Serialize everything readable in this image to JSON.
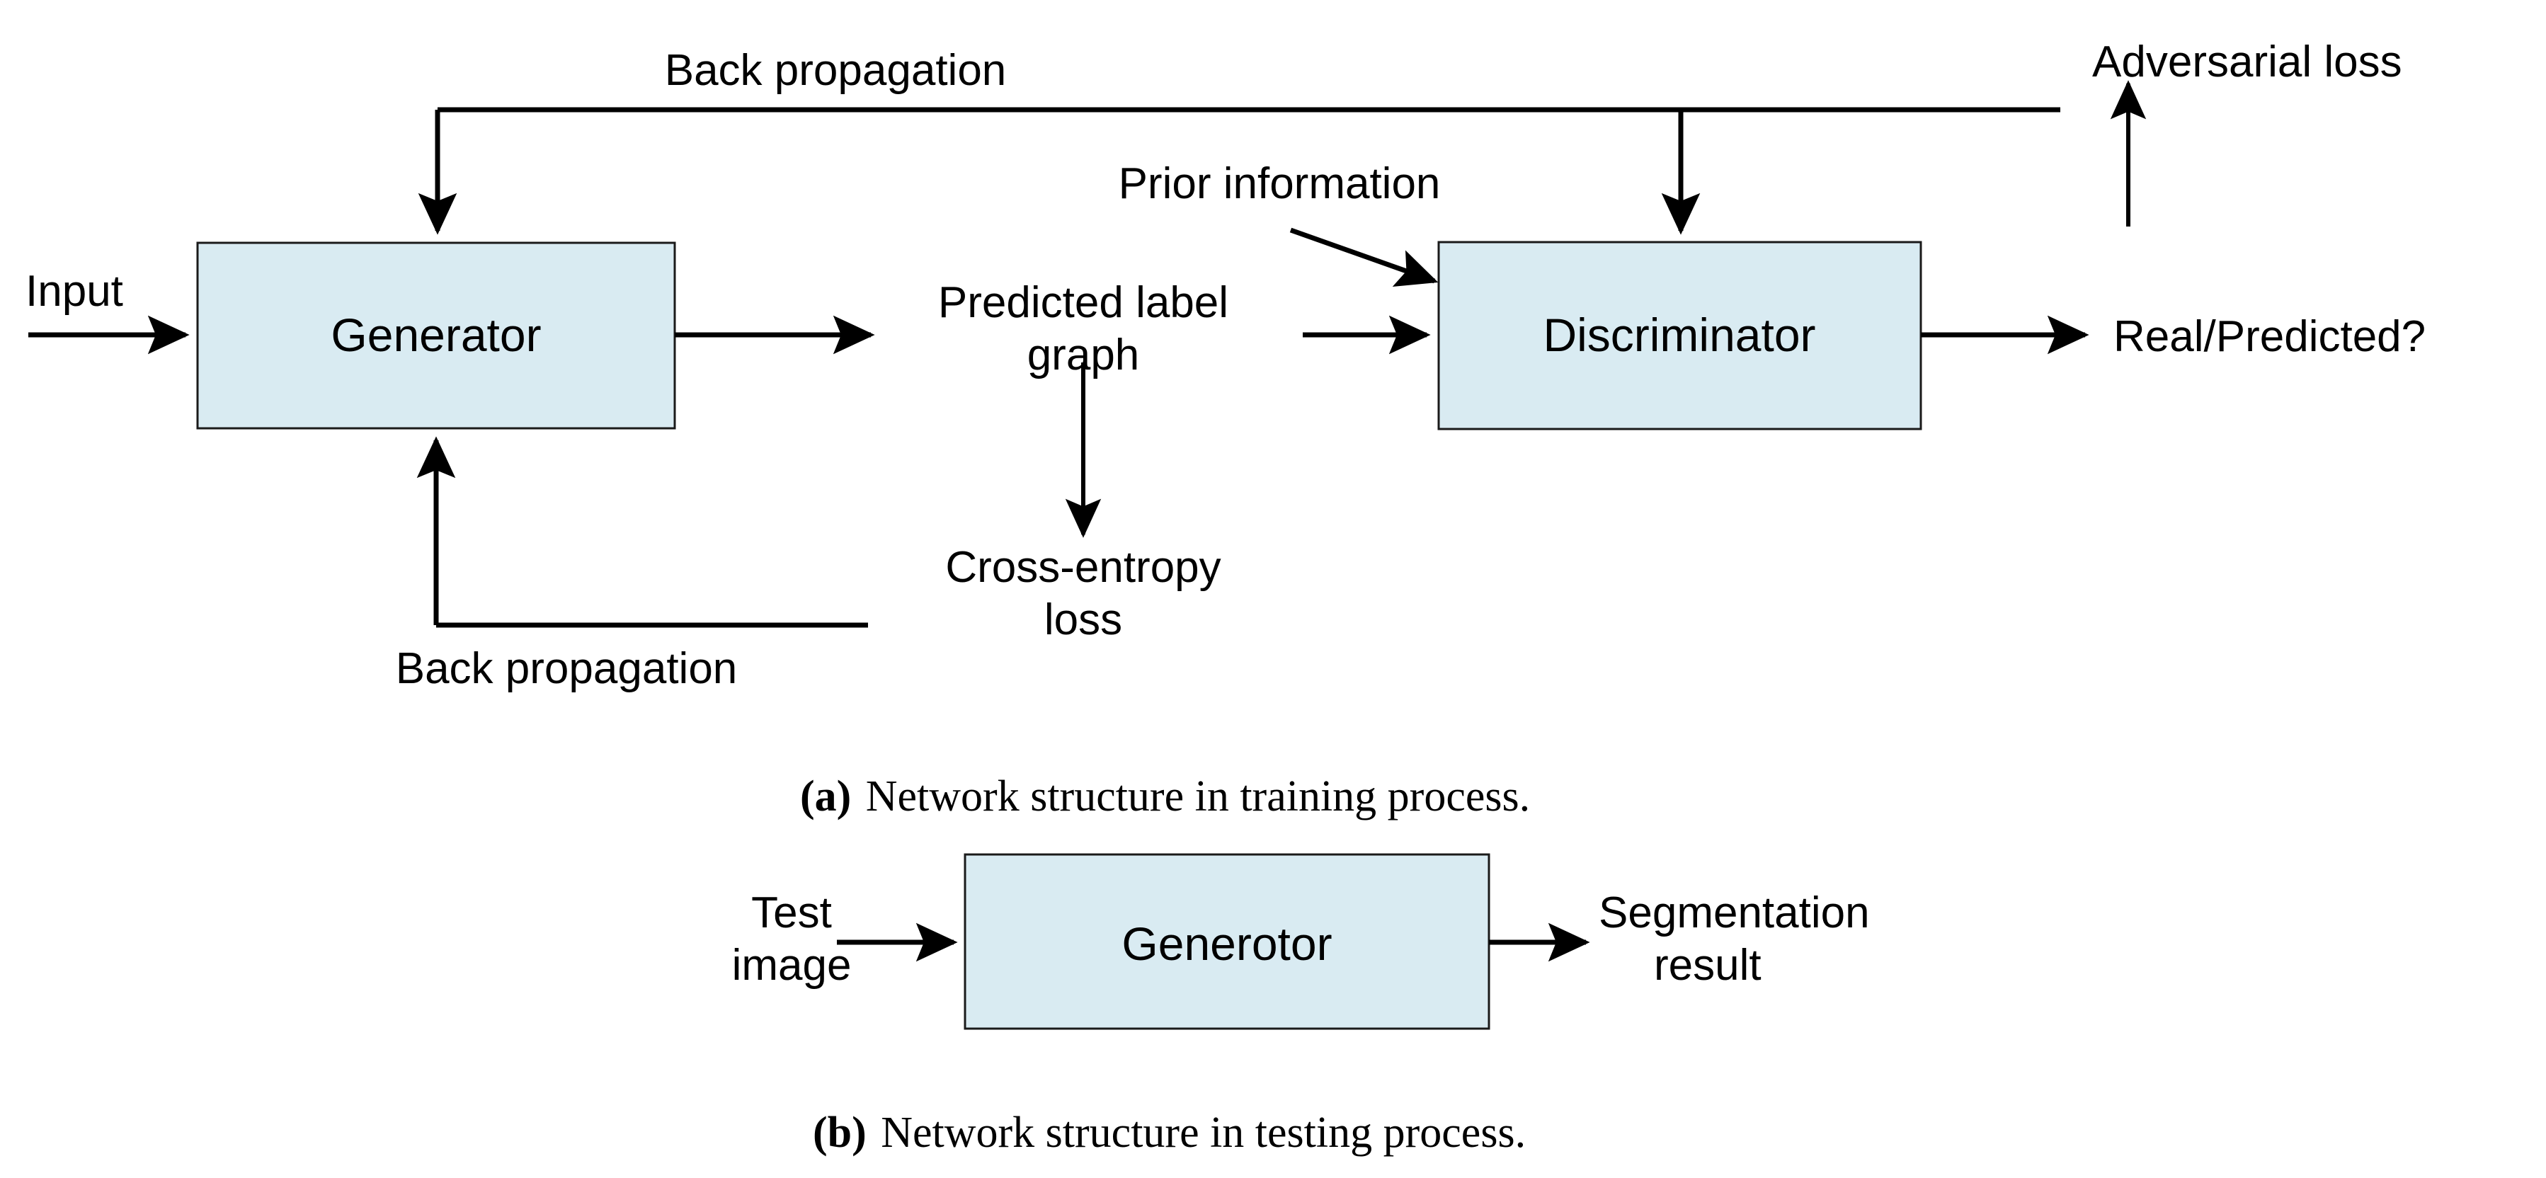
{
  "figure": {
    "background_color": "#ffffff",
    "box_fill": "#d9ebf2",
    "box_stroke": "#1a1a1a",
    "line_color": "#000000"
  },
  "panel_a": {
    "caption_marker": "(a)",
    "caption_text": "Network structure in training process.",
    "nodes": {
      "generator": "Generator",
      "discriminator": "Discriminator"
    },
    "labels": {
      "input": "Input",
      "back_propagation_top": "Back propagation",
      "back_propagation_bottom": "Back propagation",
      "prior_information": "Prior information",
      "adversarial_loss": "Adversarial loss",
      "real_predicted": "Real/Predicted?",
      "predicted_label_line1": "Predicted label",
      "predicted_label_line2": "graph",
      "cross_entropy_line1": "Cross-entropy",
      "cross_entropy_line2": "loss"
    }
  },
  "panel_b": {
    "caption_marker": "(b)",
    "caption_text": "Network structure in testing process.",
    "nodes": {
      "generator": "Generotor"
    },
    "labels": {
      "test_image_line1": "Test",
      "test_image_line2": "image",
      "segmentation_result_line1": "Segmentation",
      "segmentation_result_line2": "result"
    }
  }
}
